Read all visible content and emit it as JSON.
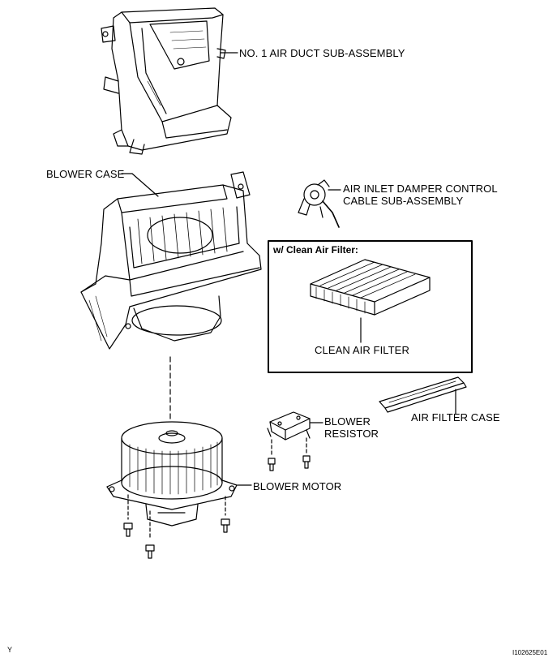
{
  "labels": {
    "air_duct": "NO. 1 AIR DUCT SUB-ASSEMBLY",
    "blower_case": "BLOWER CASE",
    "damper_cable_line1": "AIR INLET DAMPER CONTROL",
    "damper_cable_line2": "CABLE SUB-ASSEMBLY",
    "clean_air_filter": "CLEAN AIR FILTER",
    "air_filter_case": "AIR FILTER CASE",
    "blower_resistor_line1": "BLOWER",
    "blower_resistor_line2": "RESISTOR",
    "blower_motor": "BLOWER MOTOR"
  },
  "inset": {
    "title": "w/ Clean Air Filter:"
  },
  "corner": {
    "left": "Y",
    "right": "I102625E01"
  }
}
